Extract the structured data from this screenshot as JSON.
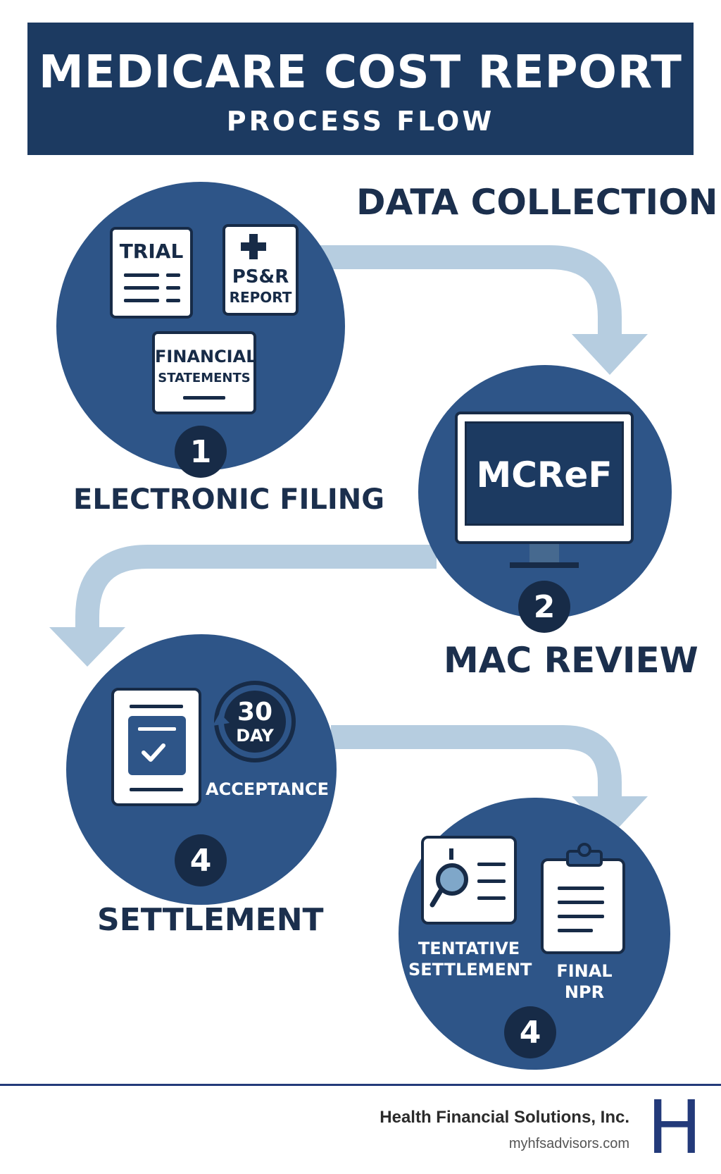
{
  "header": {
    "title": "MEDICARE COST REPORT",
    "subtitle": "PROCESS FLOW"
  },
  "steps": {
    "data_collection": {
      "label": "DATA COLLECTION",
      "docs": {
        "trial": "TRIAL",
        "psr_line1": "PS&R",
        "psr_line2": "REPORT",
        "fin_line1": "FINANCIAL",
        "fin_line2": "STATEMENTS"
      },
      "number": "1",
      "caption": "ELECTRONIC FILING"
    },
    "mac_review": {
      "screen": "MCReF",
      "number": "2",
      "caption": "MAC REVIEW"
    },
    "acceptance": {
      "days_num": "30",
      "days_unit": "DAY",
      "label": "ACCEPTANCE",
      "number": "4",
      "caption": "SETTLEMENT"
    },
    "settlement": {
      "tentative_line1": "TENTATIVE",
      "tentative_line2": "SETTLEMENT",
      "final_line1": "FINAL",
      "final_line2": "NPR",
      "number": "4"
    }
  },
  "footer": {
    "company": "Health Financial Solutions, Inc.",
    "site": "myhfsadvisors.com",
    "logo_letter": "H"
  },
  "colors": {
    "navy": "#1c3a61",
    "circle": "#2e5588",
    "dark": "#172b47",
    "arrow": "#b6cde0",
    "logo": "#233a7a"
  }
}
